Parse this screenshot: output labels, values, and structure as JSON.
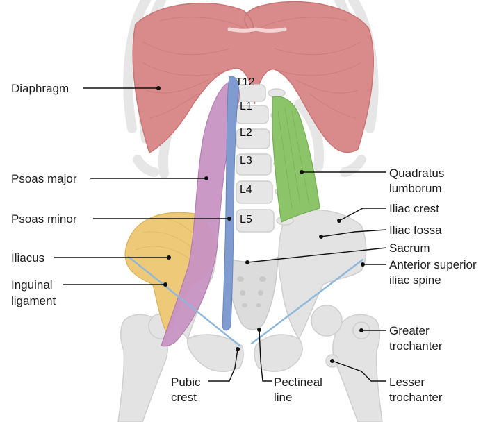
{
  "vertebrae": [
    "T12",
    "L1",
    "L2",
    "L3",
    "L4",
    "L5"
  ],
  "labels": {
    "diaphragm": "Diaphragm",
    "psoas_major": "Psoas major",
    "psoas_minor": "Psoas minor",
    "iliacus": "Iliacus",
    "inguinal_1": "Inguinal",
    "inguinal_2": "ligament",
    "quadratus_1": "Quadratus",
    "quadratus_2": "lumborum",
    "iliac_crest": "Iliac crest",
    "iliac_fossa": "Iliac fossa",
    "sacrum": "Sacrum",
    "asis_1": "Anterior superior",
    "asis_2": "iliac spine",
    "greater_1": "Greater",
    "greater_2": "trochanter",
    "lesser_1": "Lesser",
    "lesser_2": "trochanter",
    "pubic_1": "Pubic",
    "pubic_2": "crest",
    "pectineal_1": "Pectineal",
    "pectineal_2": "line"
  },
  "colors": {
    "bone": "#e3e3e3",
    "bone_edge": "#cfcfcf",
    "diaphragm": "#d98a8a",
    "psoas_major": "#c994c4",
    "psoas_minor": "#7f9bd0",
    "iliacus": "#eec978",
    "quadratus": "#8cc46a",
    "ligament": "#8fb7dc"
  }
}
